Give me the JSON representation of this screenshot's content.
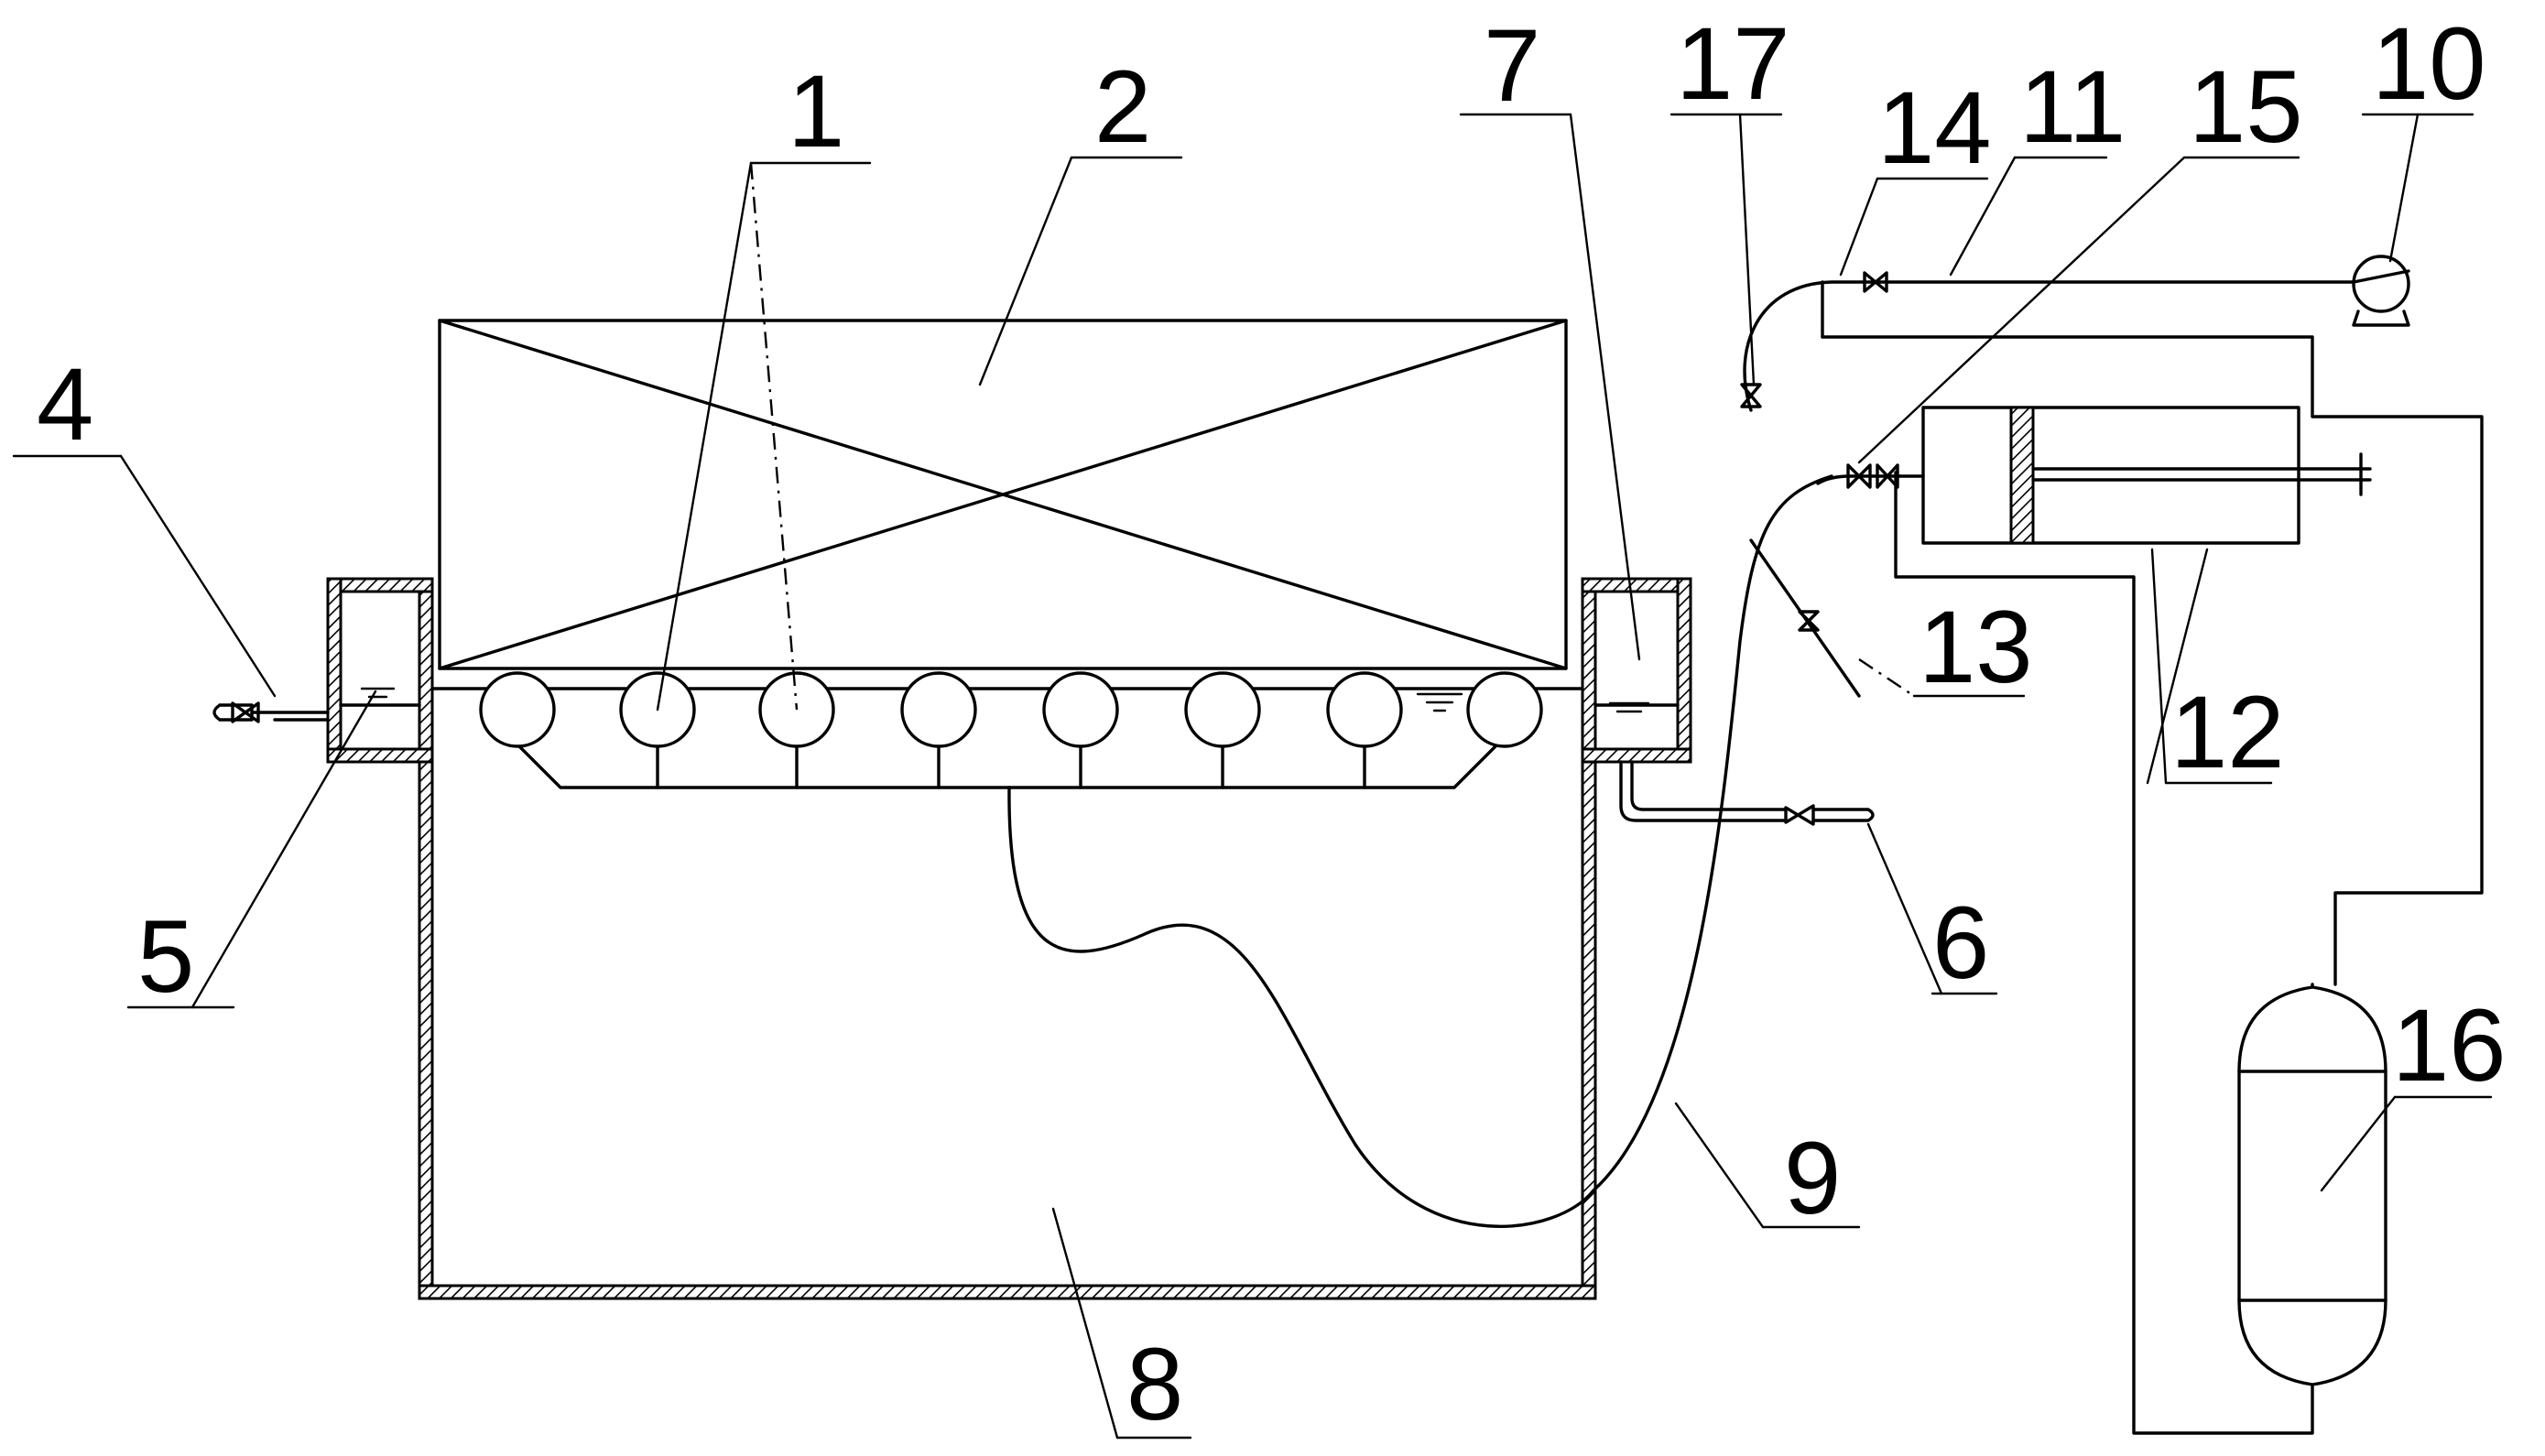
{
  "labels": {
    "l1": "1",
    "l2": "2",
    "l4": "4",
    "l5": "5",
    "l6": "6",
    "l7": "7",
    "l8": "8",
    "l9": "9",
    "l10": "10",
    "l11": "11",
    "l12": "12",
    "l13": "13",
    "l14": "14",
    "l15": "15",
    "l16": "16",
    "l17": "17"
  }
}
